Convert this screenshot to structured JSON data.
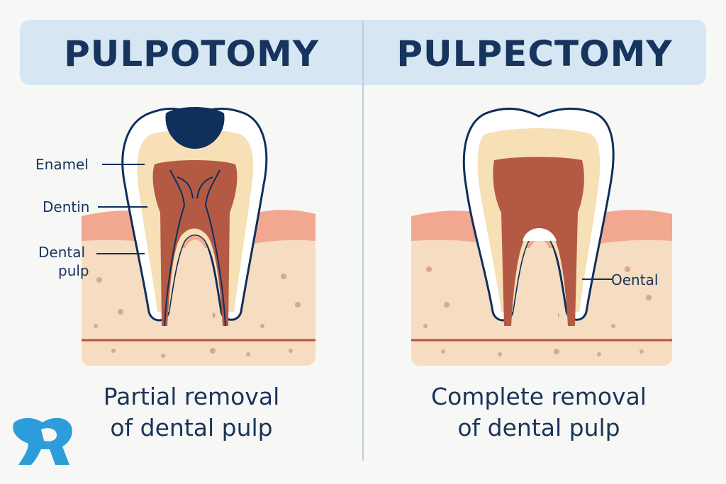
{
  "panels": {
    "left": {
      "title": "PULPOTOMY",
      "caption_line1": "Partial removal",
      "caption_line2": "of dental pulp",
      "labels": {
        "enamel": "Enamel",
        "dentin": "Dentin",
        "pulp_line1": "Dental",
        "pulp_line2": "pulp"
      }
    },
    "right": {
      "title": "PULPECTOMY",
      "caption_line1": "Complete removal",
      "caption_line2": "of dental pulp",
      "labels": {
        "dental": "Oental"
      }
    }
  },
  "colors": {
    "header_band": "#d6e6f2",
    "title_text": "#16345c",
    "enamel": "#ffffff",
    "dentin": "#f7dfb6",
    "pulp": "#b45a44",
    "gum": "#f2a890",
    "bone": "#f6dcc0",
    "cavity": "#0f2f5c",
    "logo": "#2d9cdb"
  },
  "icons": [
    "tooth-cavity-icon",
    "tooth-icon",
    "dental-logo-icon"
  ]
}
